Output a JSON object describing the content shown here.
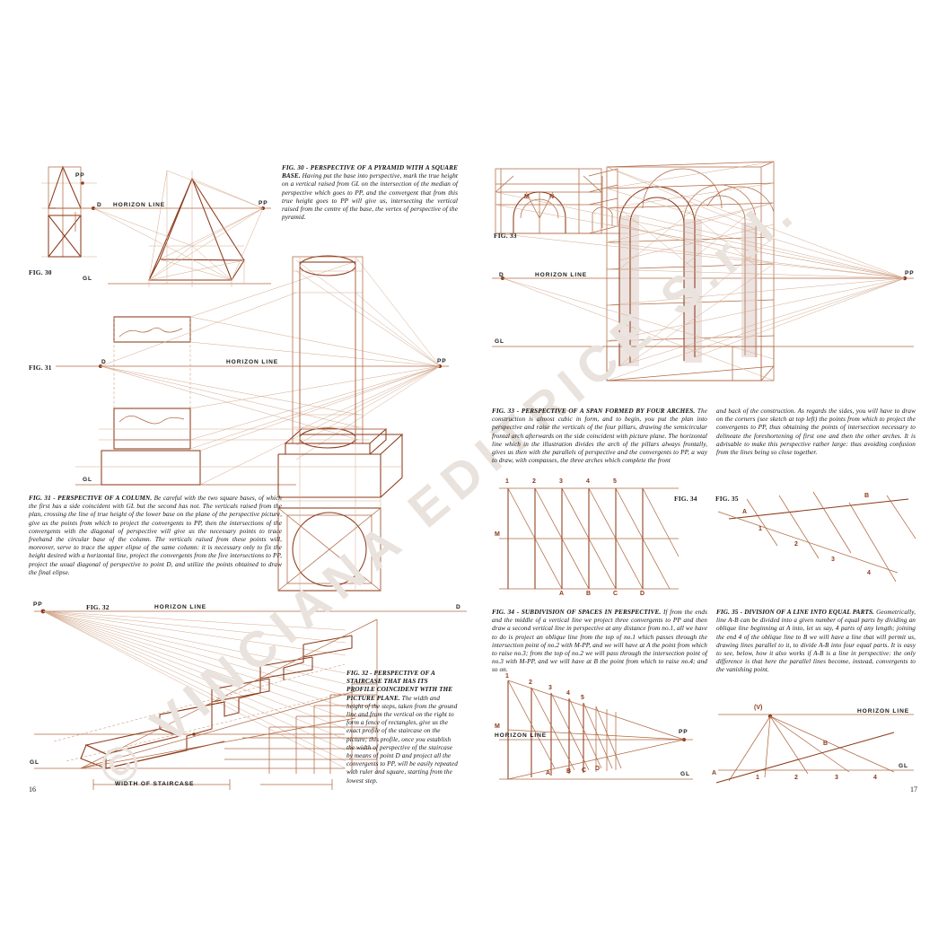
{
  "document": {
    "kind": "book-spread",
    "watermark": "© VINCIANA EDITRICE S.r.l.",
    "page_left": "16",
    "page_right": "17",
    "line_color": "#a65a36",
    "line_color_dark": "#8c3a1a",
    "line_color_light": "#d8a98c",
    "fill_tint": "#e9ddda",
    "paper": "#ffffff"
  },
  "figures": {
    "fig30": {
      "id": "FIG. 30",
      "caption_title": "FIG. 30 - PERSPECTIVE OF A PYRAMID WITH A SQUARE BASE.",
      "caption_body": "Having put the base into perspective, mark the true height on a vertical raised from GL on the intersection of the median of perspective which goes to PP, and the convergent that from this true height goes to PP will give us, intersecting the vertical raised from the centre of the base, the vertex of perspective of the pyramid.",
      "labels": {
        "pp_plan": "PP",
        "d": "D",
        "horizon": "HORIZON LINE",
        "pp": "PP",
        "gl": "GL"
      }
    },
    "fig31": {
      "id": "FIG. 31",
      "caption_title": "FIG. 31 - PERSPECTIVE OF A COLUMN.",
      "caption_body": "Be careful with the two square bases, of which the first has a side coincident with GL but the second has not. The verticals raised from the plan, crossing the line of true height of the lower base on the plane of the perspective picture, give us the points from which to project the convergents to PP, then the intersections of the convergents with the diagonal of perspective will give us the necessary points to trace freehand the circular base of the column. The verticals raised from these points will, moreover, serve to trace the upper elipse of the same column: it is necessary only to fix the height desired with a horizontal line, project the convergents from the five intersections to PP, project the usual diagonal of perspective to point D, and utilize the points obtained to draw the final elipse.",
      "labels": {
        "d": "D",
        "horizon": "HORIZON LINE",
        "pp": "PP",
        "gl": "GL"
      }
    },
    "fig32": {
      "id": "FIG. 32",
      "caption_title": "FIG. 32 - PERSPECTIVE OF A STAIRCASE THAT HAS ITS PROFILE COINCIDENT WITH THE PICTURE PLANE.",
      "caption_body": "The width and height of the steps, taken from the ground line and from the vertical on the right to form a fence of rectangles, give us the exact profile of the staircase on the picture; this profile, once you establish the width of perspective of the staircase by means of point D and project all the convergents to PP, will be easily repeated with ruler and square, starting from the lowest step.",
      "labels": {
        "pp": "PP",
        "horizon": "HORIZON LINE",
        "d": "D",
        "gl": "GL",
        "width": "WIDTH OF STAIRCASE"
      }
    },
    "fig33": {
      "id": "FIG. 33",
      "caption_title": "FIG. 33 - PERSPECTIVE OF A SPAN FORMED BY FOUR ARCHES.",
      "caption_body_left": "The construction is almost cubic in form, and to begin, you put the plan into perspective and raise the verticals of the four pillars, drawing the semicircular frontal arch afterwards on the side coincident with picture plane. The horizontal line which in the illustration divides the arch of the pillars always frontally, gives us then with the parallels of perspective and the convergents to PP, a way to draw, with compasses, the three arches which complete the front",
      "caption_body_right": "and back of the construction. As regards the sides, you will have to draw on the corners (see sketch at top left) the points from which to project the convergents to PP, thus obtaining the points of intersection necessary to delineate the foreshortening of first one and then the other arches. It is advisable to make this perspective rather large: thus avoiding confusion from the lines being so close together.",
      "labels": {
        "m": "M",
        "n": "N",
        "d": "D",
        "horizon": "HORIZON LINE",
        "pp": "PP",
        "gl": "GL"
      }
    },
    "fig34": {
      "id": "FIG. 34",
      "caption_title": "FIG. 34 - SUBDIVISION OF SPACES IN PERSPECTIVE.",
      "caption_body": "If from the ends and the middle of a vertical line we project three convergents to PP and then draw a second vertical line in perspective at any distance from no.1, all we have to do is project an oblique line from the top of no.1 which passes through the intersection point of no.2 with M-PP, and we will have at A the point from which to raise no.3; from the top of no.2 we will pass through the intersection point of no.3 with M-PP, and we will have at B the point from which to raise no.4; and so on.",
      "top_labels": [
        "1",
        "2",
        "3",
        "4",
        "5"
      ],
      "side_label": "M",
      "bottom_labels": [
        "A",
        "B",
        "C",
        "D"
      ],
      "persp_top_labels": [
        "1",
        "2",
        "3",
        "4",
        "5"
      ],
      "persp_bottom_labels": [
        "A",
        "B",
        "C",
        "D"
      ],
      "persp_labels": {
        "m": "M",
        "horizon": "HORIZON LINE",
        "pp": "PP",
        "gl": "GL"
      }
    },
    "fig35": {
      "id": "FIG. 35",
      "caption_title": "FIG. 35 - DIVISION OF A LINE INTO EQUAL PARTS.",
      "caption_body": "Geometrically, line A-B can be divided into a given number of equal parts by dividing an oblique line beginning at A into, let us say, 4 parts of any length; joining the end 4 of the oblique line to B we will have a line that will permit us, drawing lines parallel to it, to divide A-B into four equal parts. It is easy to see, below, how it also works if A-B is a line in perspective: the only difference is that here the parallel lines become, instead, convergents to the vanishing point.",
      "labels": {
        "a": "A",
        "b": "B"
      },
      "divisions": [
        "1",
        "2",
        "3",
        "4"
      ],
      "persp_labels": {
        "v": "(V)",
        "a": "A",
        "b": "B",
        "horizon": "HORIZON LINE",
        "gl": "GL"
      },
      "persp_divisions": [
        "1",
        "2",
        "3",
        "4"
      ]
    }
  }
}
